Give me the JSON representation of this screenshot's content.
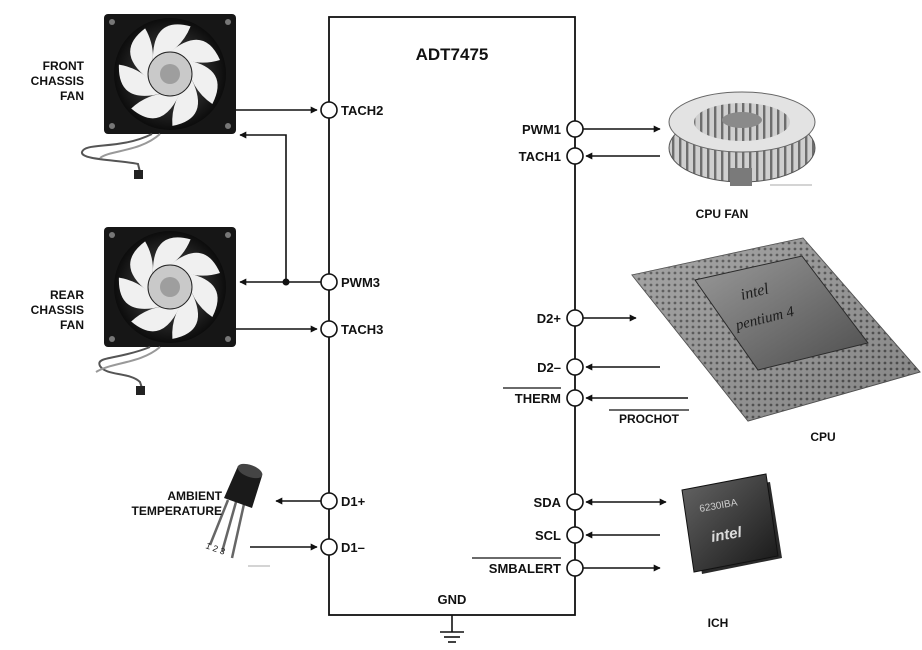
{
  "chip": {
    "name": "ADT7475",
    "gnd_label": "GND",
    "left_pins": [
      "TACH2",
      "PWM3",
      "TACH3",
      "D1+",
      "D1–"
    ],
    "right_pins": [
      "PWM1",
      "TACH1",
      "D2+",
      "D2–",
      "THERM",
      "SDA",
      "SCL",
      "SMBALERT"
    ]
  },
  "components": {
    "front_fan": [
      "FRONT",
      "CHASSIS",
      "FAN"
    ],
    "rear_fan": [
      "REAR",
      "CHASSIS",
      "FAN"
    ],
    "ambient": [
      "AMBIENT",
      "TEMPERATURE"
    ],
    "cpu_fan": "CPU FAN",
    "cpu": "CPU",
    "ich": "ICH",
    "prochot": "PROCHOT"
  },
  "image_text": {
    "cpu_brand": "intel",
    "cpu_model": "pentium 4",
    "ich_code": "6230IBA",
    "ich_brand": "intel",
    "transistor_pins": "1 2 3"
  }
}
